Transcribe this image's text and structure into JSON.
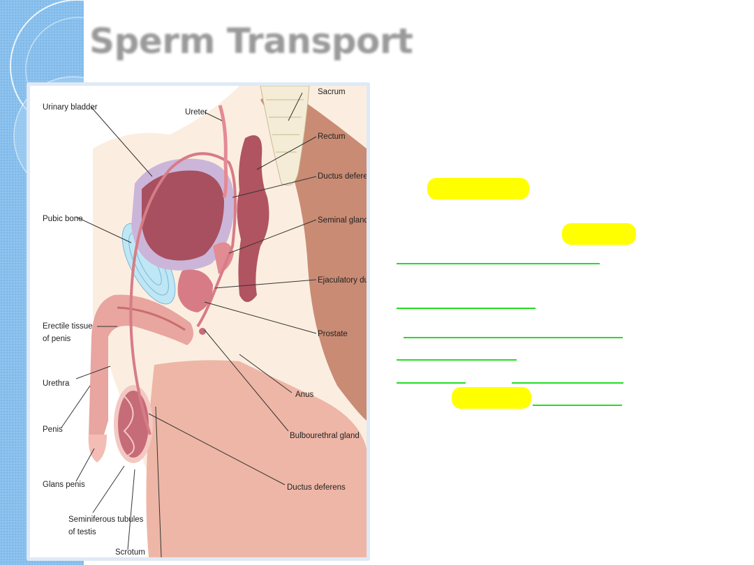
{
  "slide": {
    "title": "Sperm Transport",
    "accent_color": "#8fc3ee",
    "highlight_color": "#ffff00",
    "underline_color": "#22dd22"
  },
  "figure": {
    "labels": {
      "sacrum": "Sacrum",
      "urinary_bladder": "Urinary bladder",
      "ureter": "Ureter",
      "rectum": "Rectum",
      "ductus_deferens_upper": "Ductus deferens",
      "seminal_gland": "Seminal gland",
      "pubic_bone": "Pubic bone",
      "ejaculatory_duct": "Ejaculatory duct",
      "erectile_tissue_1": "Erectile tissue",
      "erectile_tissue_2": "of penis",
      "prostate": "Prostate",
      "urethra": "Urethra",
      "anus": "Anus",
      "penis": "Penis",
      "bulbourethral_gland": "Bulbourethral gland",
      "glans_penis": "Glans penis",
      "ductus_deferens_lower": "Ductus deferens",
      "seminiferous_1": "Seminiferous tubules",
      "seminiferous_2": "of testis",
      "scrotum": "Scrotum"
    }
  }
}
